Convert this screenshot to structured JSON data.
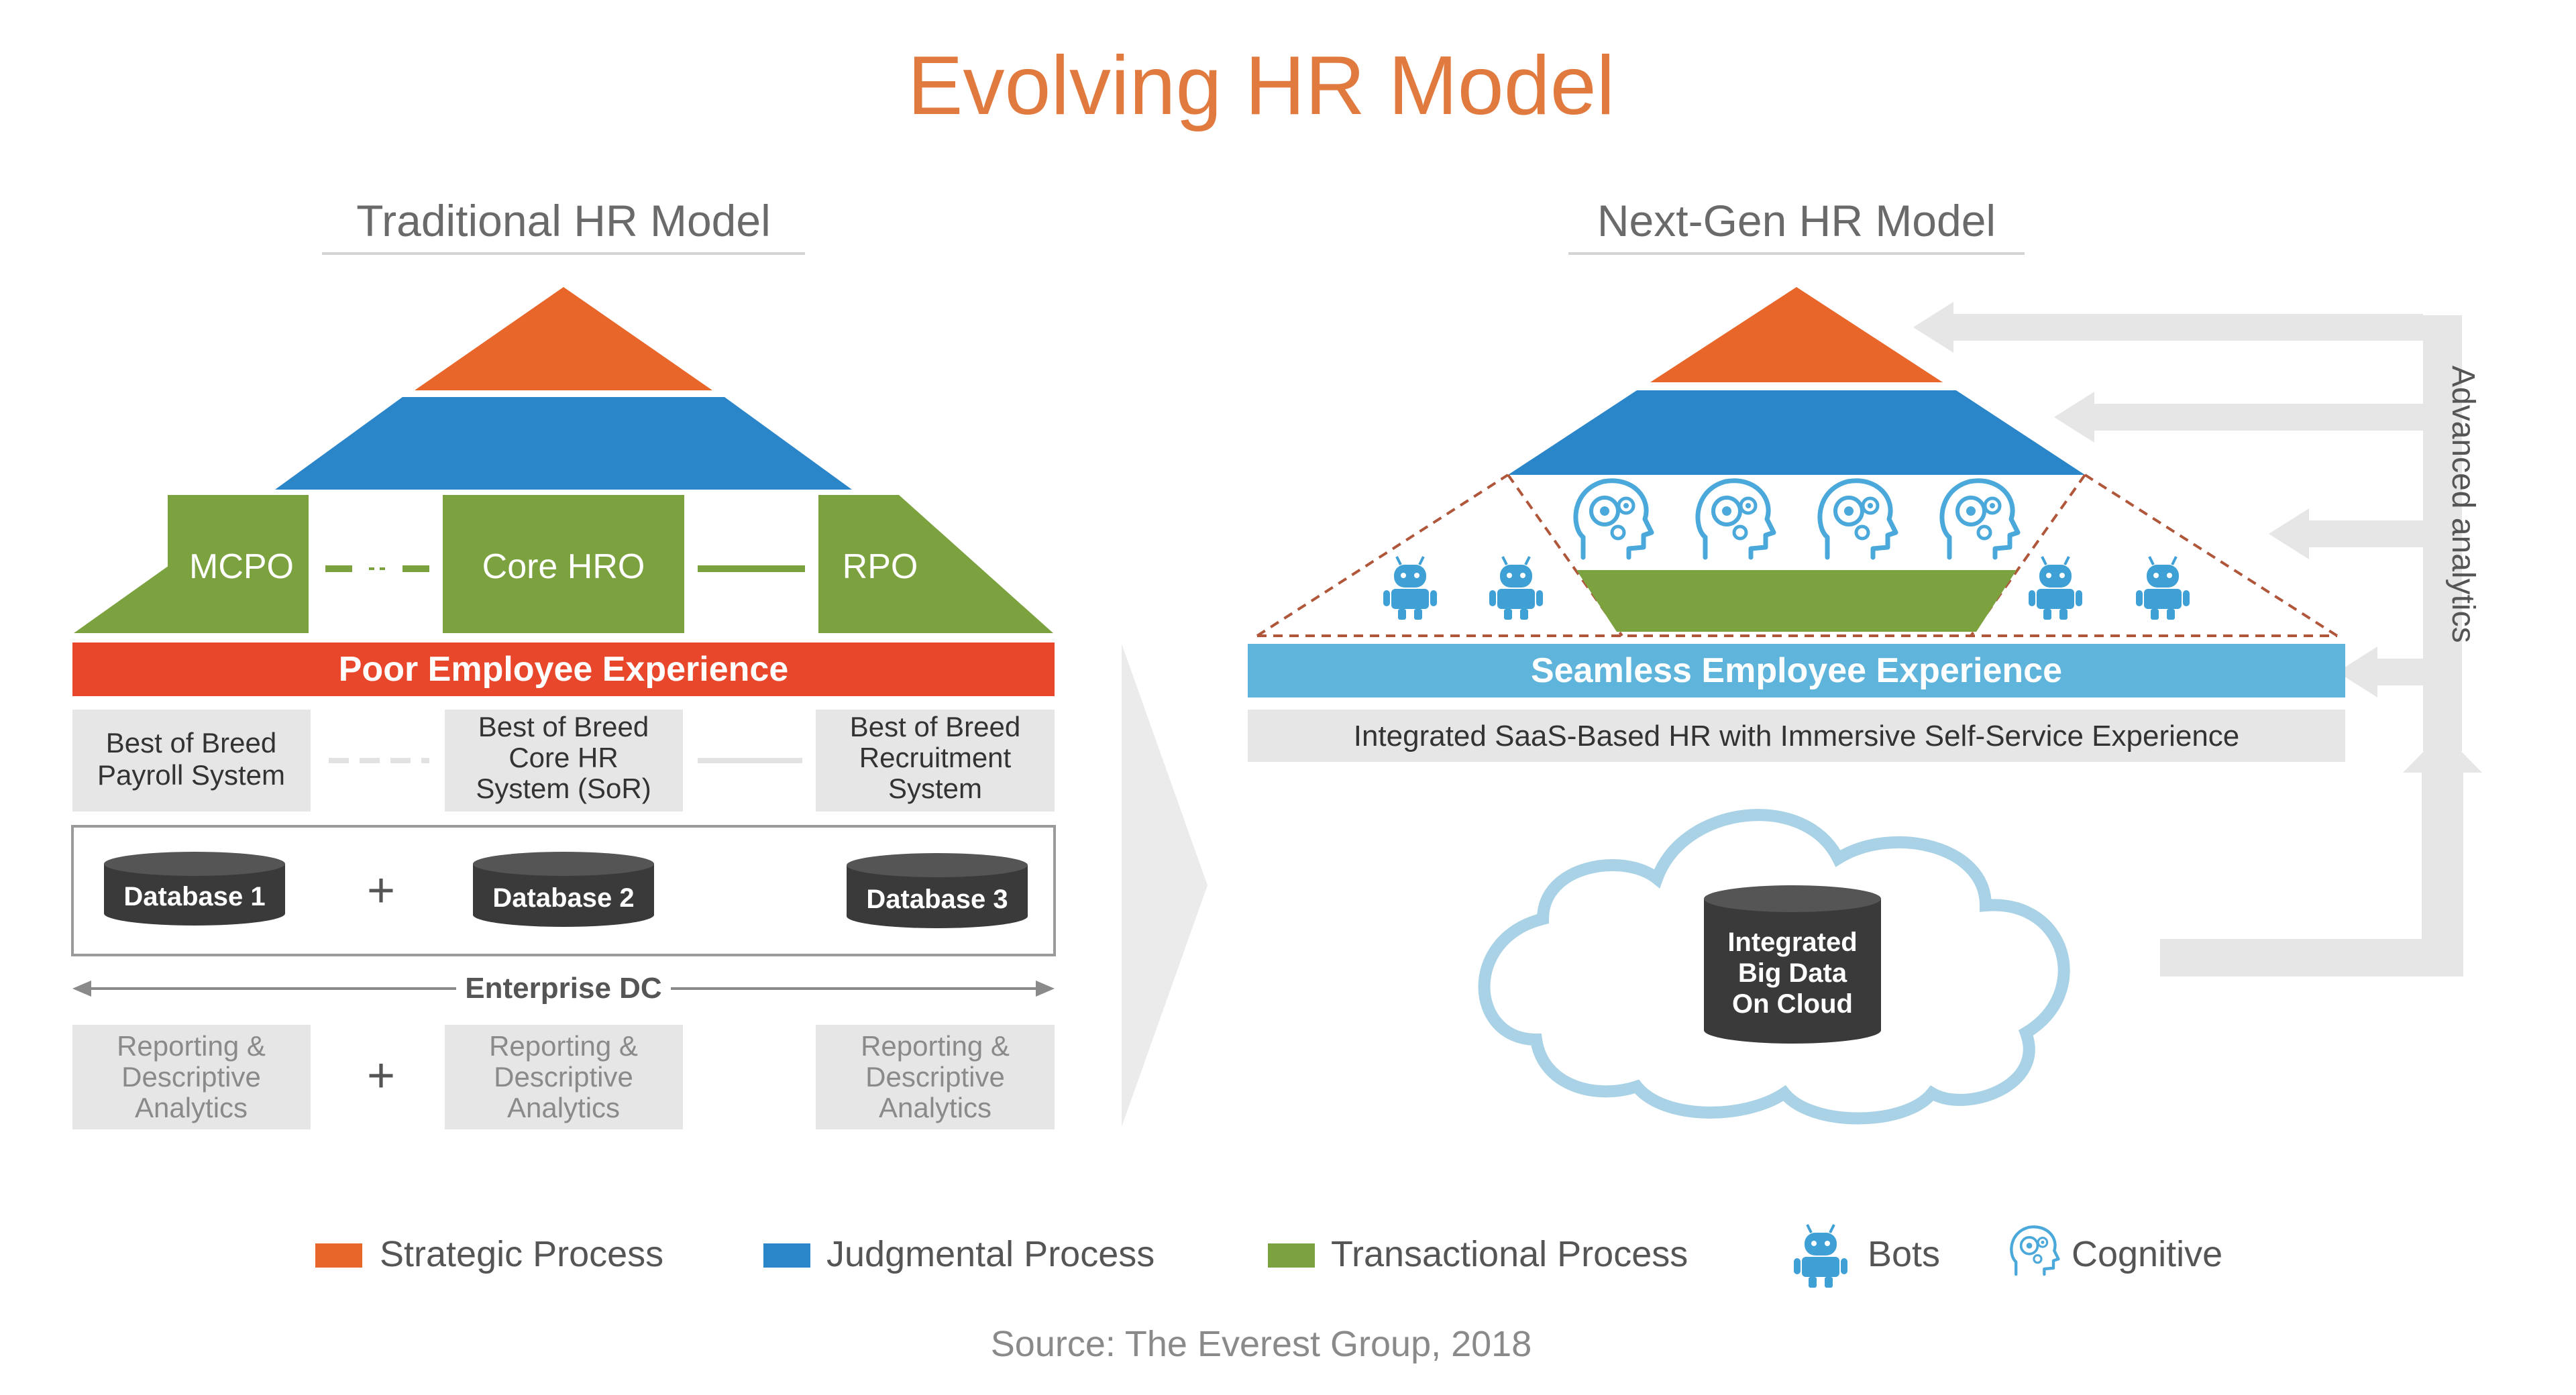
{
  "title": "Evolving HR Model",
  "traditional": {
    "heading": "Traditional HR Model",
    "mcpo": "MCPO",
    "core_hro": "Core HRO",
    "rpo": "RPO",
    "experience_bar": "Poor Employee Experience",
    "systems": [
      [
        "Best of Breed",
        "Payroll System"
      ],
      [
        "Best of Breed",
        "Core HR",
        "System (SoR)"
      ],
      [
        "Best of Breed",
        "Recruitment",
        "System"
      ]
    ],
    "databases": [
      "Database 1",
      "Database 2",
      "Database 3"
    ],
    "plus_sign": "+",
    "dc_label": "Enterprise DC",
    "reporting": [
      "Reporting &",
      "Descriptive",
      "Analytics"
    ]
  },
  "nextgen": {
    "heading": "Next-Gen HR Model",
    "experience_bar": "Seamless Employee Experience",
    "saas_bar": "Integrated SaaS-Based HR with Immersive Self-Service Experience",
    "analytics_label": "Advanced analytics",
    "cloud_db": [
      "Integrated",
      "Big Data",
      "On Cloud"
    ]
  },
  "legend": [
    {
      "label": "Strategic Process",
      "color": "#E8662A",
      "icon": "orange-square"
    },
    {
      "label": "Judgmental Process",
      "color": "#2B86C9",
      "icon": "blue-square"
    },
    {
      "label": "Transactional Process",
      "color": "#7BA23F",
      "icon": "green-square"
    },
    {
      "label": "Bots",
      "color": "#3FA0D6",
      "icon": "robot-icon"
    },
    {
      "label": "Cognitive",
      "color": "#4AA8DA",
      "icon": "cognitive-head-icon"
    }
  ],
  "source": "Source: The Everest Group, 2018",
  "colors": {
    "strategic": "#E8662A",
    "judgmental": "#2B86C9",
    "transactional": "#7BA23F",
    "experience_red": "#E9472B",
    "experience_blue": "#5FB4DC",
    "gray_box": "#E6E6E6",
    "database": "#3A3A3A",
    "title": "#E07A3E"
  }
}
